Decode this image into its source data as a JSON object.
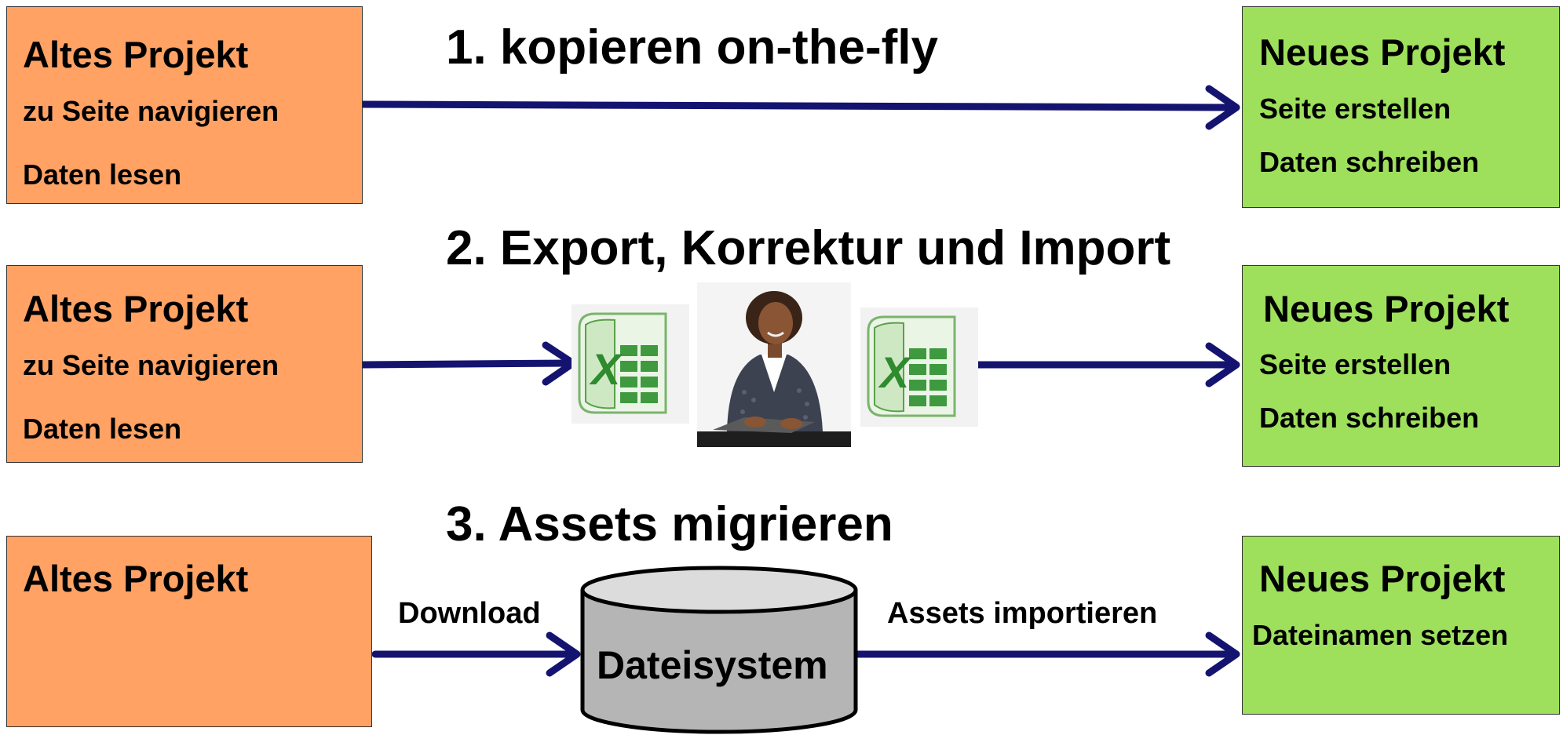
{
  "rows": [
    {
      "heading": "1. kopieren on-the-fly",
      "old": {
        "title": "Altes Projekt",
        "lines": [
          "zu Seite navigieren",
          "Daten lesen"
        ]
      },
      "new": {
        "title": "Neues Projekt",
        "lines": [
          "Seite erstellen",
          "Daten schreiben"
        ]
      }
    },
    {
      "heading": "2. Export, Korrektur und Import",
      "old": {
        "title": "Altes Projekt",
        "lines": [
          "zu Seite navigieren",
          "Daten lesen"
        ]
      },
      "new": {
        "title": "Neues Projekt",
        "lines": [
          "Seite erstellen",
          "Daten schreiben"
        ]
      }
    },
    {
      "heading": "3. Assets migrieren",
      "old": {
        "title": "Altes Projekt",
        "lines": []
      },
      "new": {
        "title": "Neues Projekt",
        "lines": [
          "Dateinamen setzen"
        ]
      },
      "left_label": "Download",
      "right_label": "Assets importieren",
      "storage_label": "Dateisystem"
    }
  ],
  "icons": {
    "spreadsheet": "excel-icon",
    "person": "person-at-laptop-icon",
    "database": "database-cylinder-icon"
  },
  "colors": {
    "old_box": "#ffa264",
    "new_box": "#9ee05c",
    "arrow": "#141470",
    "excel_green": "#2e8b2e"
  }
}
